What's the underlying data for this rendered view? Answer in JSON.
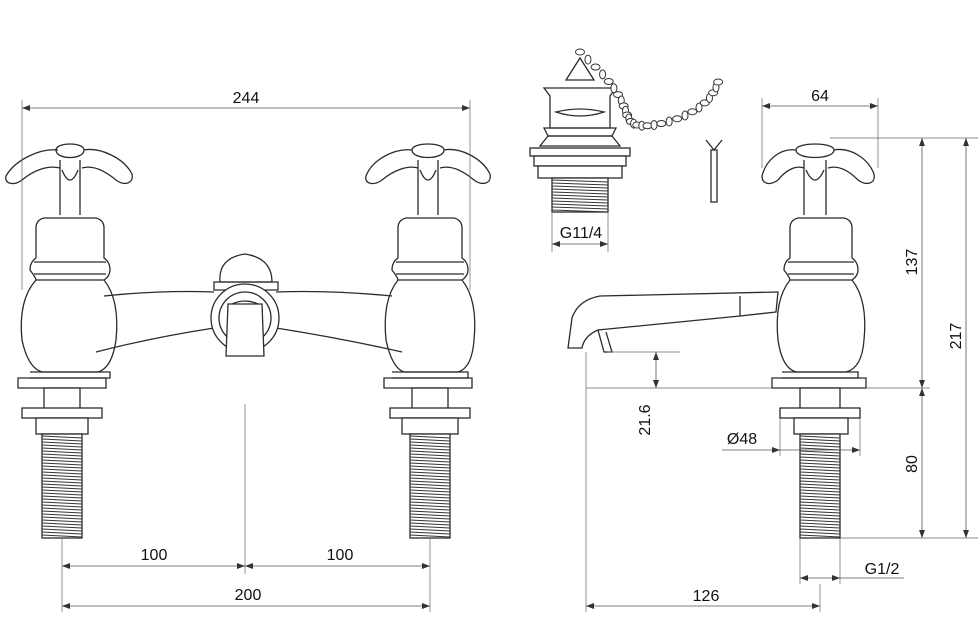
{
  "front_view": {
    "overall_width": "244",
    "left_center": "100",
    "right_center": "100",
    "centers_total": "200"
  },
  "waste": {
    "thread": "G11/4"
  },
  "side_view": {
    "handle_depth": "64",
    "upper_height": "137",
    "total_height": "217",
    "spout_clearance": "21.6",
    "washer_diameter": "Ø48",
    "shank_length": "80",
    "shank_thread": "G1/2",
    "projection": "126"
  }
}
